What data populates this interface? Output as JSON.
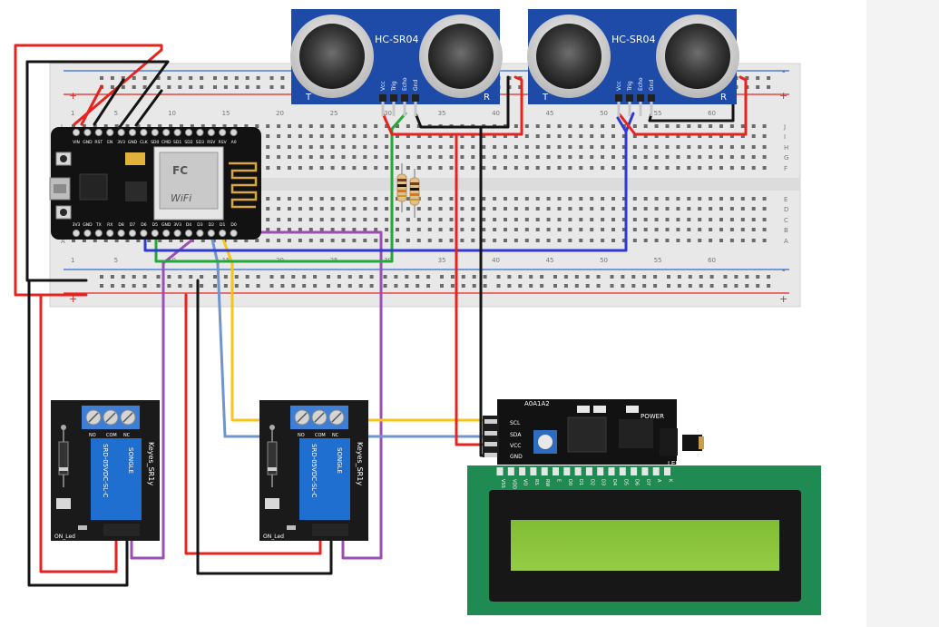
{
  "breadboard": {
    "row_letters_top": [
      "J",
      "I",
      "H",
      "G",
      "F"
    ],
    "row_letters_bottom": [
      "E",
      "D",
      "C",
      "B",
      "A"
    ],
    "column_numbers": [
      "1",
      "5",
      "10",
      "15",
      "20",
      "25",
      "30",
      "35",
      "40",
      "45",
      "50",
      "55",
      "60"
    ],
    "rail_plus": "+",
    "rail_minus": "-"
  },
  "sensors": [
    {
      "model": "HC-SR04",
      "pins": [
        "Vcc",
        "Trig",
        "Echo",
        "Gnd"
      ],
      "left_mark": "T",
      "right_mark": "R"
    },
    {
      "model": "HC-SR04",
      "pins": [
        "Vcc",
        "Trig",
        "Echo",
        "Gnd"
      ],
      "left_mark": "T",
      "right_mark": "R"
    }
  ],
  "nodemcu": {
    "top_pins": [
      "VIN",
      "GND",
      "RST",
      "EN",
      "3V3",
      "GND",
      "CLK",
      "SD0",
      "CMD",
      "SD1",
      "SD2",
      "SD3",
      "RSV",
      "RSV",
      "A0"
    ],
    "bottom_pins": [
      "3V3",
      "GND",
      "TX",
      "RX",
      "D8",
      "D7",
      "D6",
      "D5",
      "GND",
      "3V3",
      "D4",
      "D3",
      "D2",
      "D1",
      "D0"
    ],
    "module_brand": "FC",
    "module_label": "WiFi"
  },
  "relays": [
    {
      "name": "Keyes_SR1y",
      "brand": "SONGLE",
      "spec": "SRD-05VDC-SL-C",
      "led_label": "ON_Led",
      "terminals": [
        "NO",
        "COM",
        "NC"
      ]
    },
    {
      "name": "Keyes_SR1y",
      "brand": "SONGLE",
      "spec": "SRD-05VDC-SL-C",
      "led_label": "ON_Led",
      "terminals": [
        "NO",
        "COM",
        "NC"
      ]
    }
  ],
  "i2c_backpack": {
    "pins": [
      "SCL",
      "SDA",
      "VCC",
      "GND"
    ],
    "power_label": "POWER",
    "addr_label": "A0A1A2",
    "led_label": "LED"
  },
  "lcd": {
    "pins": [
      "VSS",
      "VDD",
      "VO",
      "RS",
      "RW",
      "E",
      "D0",
      "D1",
      "D2",
      "D3",
      "D4",
      "D5",
      "D6",
      "D7",
      "A",
      "K"
    ]
  },
  "colors": {
    "red": "#e52420",
    "black": "#141414",
    "green": "#25a83a",
    "blue": "#2e3ad0",
    "purple": "#9b4fb5",
    "yellow": "#f5c518",
    "lightblue": "#6f95cc",
    "sensor_board": "#1e4aa8",
    "relay_board": "#1a1a1a",
    "relay_coil": "#1f6fd1",
    "lcd_board": "#1f8a52",
    "lcd_screen": "#8cc43c",
    "breadboard": "#e7e7e7"
  }
}
